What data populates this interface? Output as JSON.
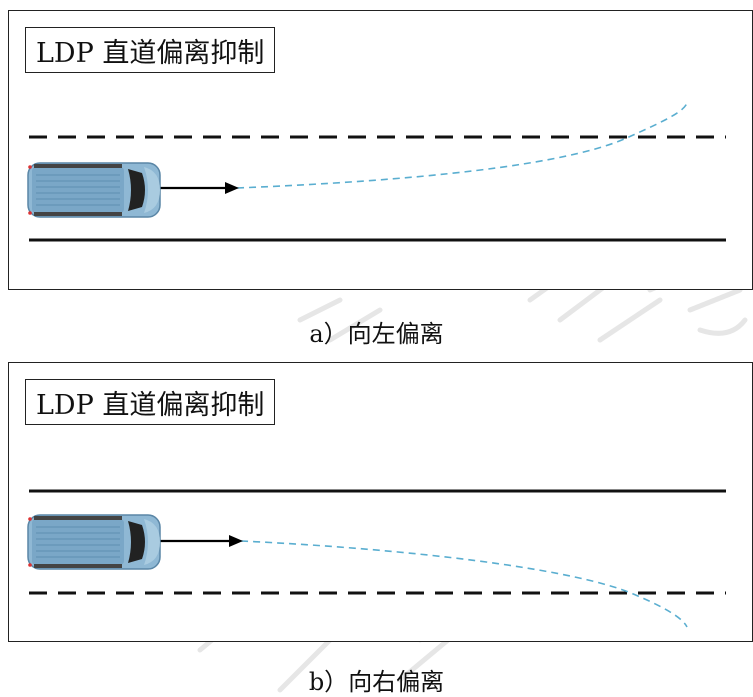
{
  "panels": [
    {
      "title": "LDP 直道偏离抑制",
      "caption_letter": "a）",
      "caption_text": "向左偏离",
      "departure_direction": "left"
    },
    {
      "title": "LDP 直道偏离抑制",
      "caption_letter": "b）",
      "caption_text": "向右偏离",
      "departure_direction": "right"
    }
  ],
  "colors": {
    "vehicle_body": "#8fb8d4",
    "vehicle_roof_stripes": "#6f9cbd",
    "vehicle_windshield": "#222222",
    "trajectory": "#5aaed0",
    "lane_line": "#111111",
    "arrow": "#000000"
  },
  "icons": [
    "vehicle-top-view-icon",
    "direction-arrow-icon"
  ]
}
